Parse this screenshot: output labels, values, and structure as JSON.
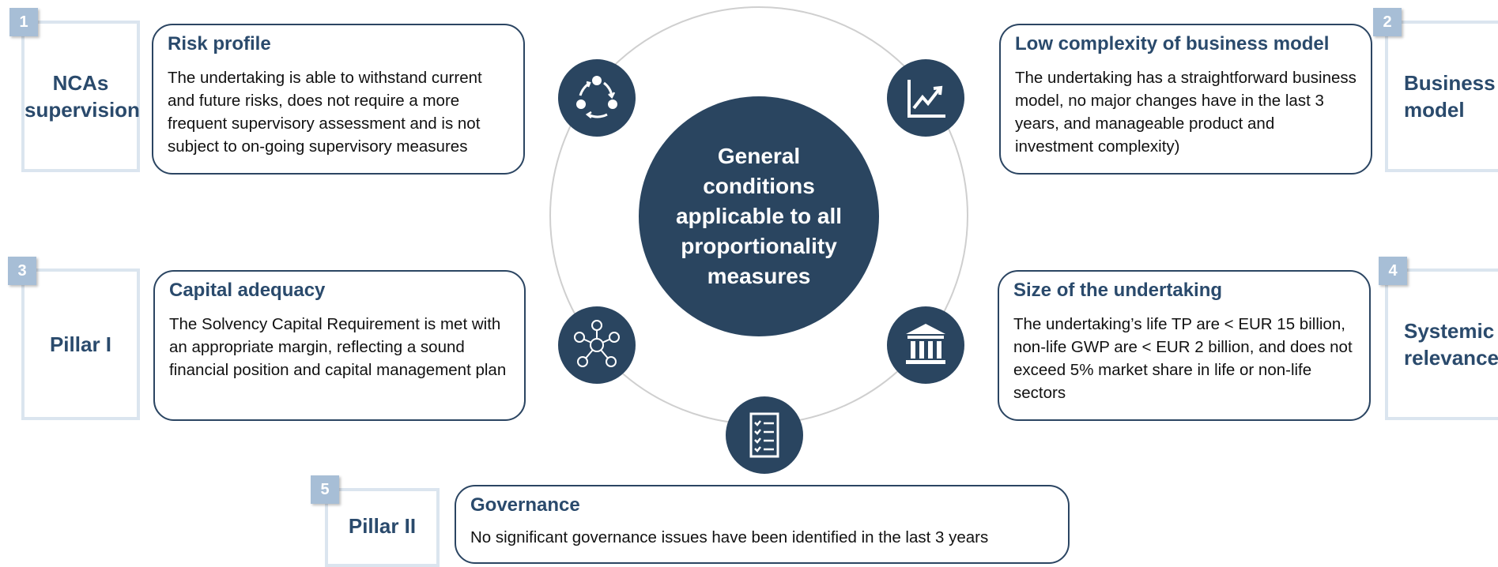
{
  "center": {
    "text": "General conditions applicable to all proportionality measures"
  },
  "items": [
    {
      "number": "1",
      "side_label": "NCAs supervision",
      "title": "Risk profile",
      "body": "The undertaking is able to withstand current and future risks, does not require a more frequent supervisory assessment and is not subject to on-going supervisory measures",
      "icon": "cycle-arrows-icon"
    },
    {
      "number": "2",
      "side_label": "Business model",
      "title": "Low complexity of business model",
      "body": "The undertaking has a straightforward business model, no major changes have in the last 3 years, and manageable product and investment complexity)",
      "icon": "line-chart-icon"
    },
    {
      "number": "3",
      "side_label": "Pillar I",
      "title": "Capital adequacy",
      "body": "The Solvency Capital Requirement is met with an appropriate margin, reflecting a sound financial position and capital management plan",
      "icon": "network-people-icon"
    },
    {
      "number": "4",
      "side_label": "Systemic relevance",
      "title": "Size of the undertaking",
      "body": "The undertaking’s life TP are < EUR 15 billion, non-life GWP are < EUR 2 billion, and does not exceed 5% market share in life or non-life sectors",
      "icon": "bank-building-icon"
    },
    {
      "number": "5",
      "side_label": "Pillar II",
      "title": "Governance",
      "body": "No significant governance issues have been identified in the last 3 years",
      "icon": "checklist-icon"
    }
  ],
  "colors": {
    "dark_navy": "#2a4560",
    "frame": "#dbe5ef",
    "badge": "#a7bed6",
    "ring": "#cfcfcf"
  }
}
